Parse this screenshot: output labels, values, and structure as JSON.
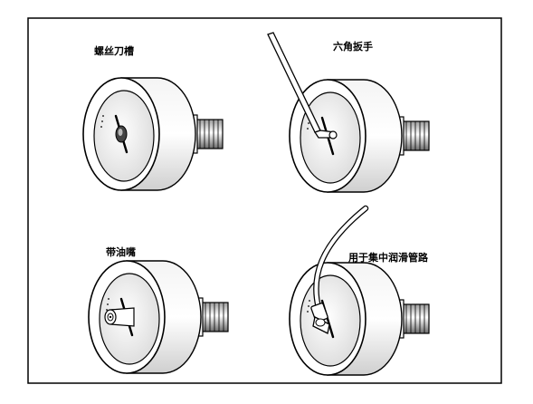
{
  "panels": [
    {
      "label": "螺丝刀槽"
    },
    {
      "label": "六角扳手"
    },
    {
      "label": "带油嘴"
    },
    {
      "label": "用于集中润滑管路"
    }
  ],
  "colors": {
    "line": "#000000",
    "background": "#ffffff",
    "shading": "#e6e6e6"
  }
}
